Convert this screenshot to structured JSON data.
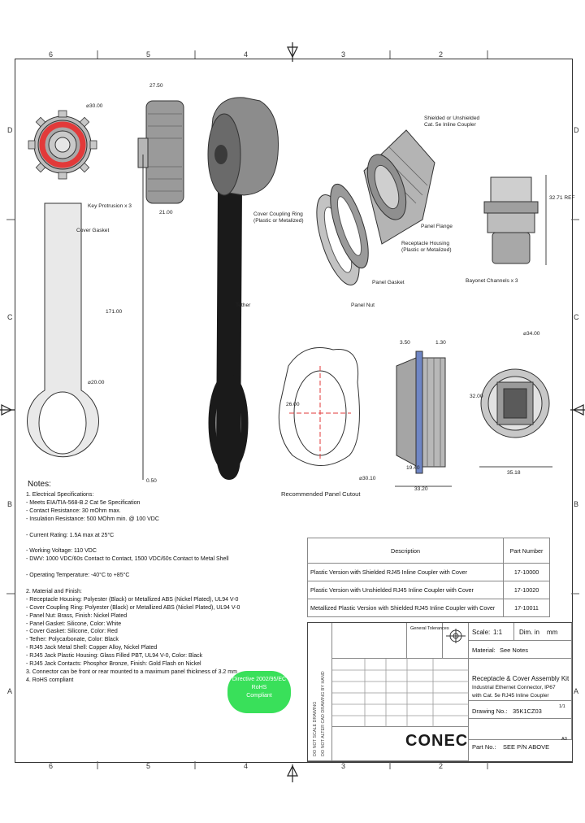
{
  "zones": {
    "top": [
      "6",
      "5",
      "4",
      "3",
      "2"
    ],
    "bottom": [
      "6",
      "5",
      "4",
      "3",
      "2"
    ],
    "left": [
      "D",
      "C",
      "B",
      "A"
    ],
    "right": [
      "D",
      "C",
      "B",
      "A"
    ]
  },
  "dimensions": {
    "d1": "⌀30.00",
    "d2": "27.50",
    "d3": "21.00",
    "d4": "171.00",
    "d5": "⌀20.00",
    "d6": "0.50",
    "d7": "32.71 REF",
    "d8": "3.50",
    "d9": "1.30",
    "d10": "⌀34.00",
    "d11": "32.00",
    "d12": "19.40",
    "d13": "35.18",
    "d14": "33.20",
    "d15": "26.00",
    "d16": "⌀30.10"
  },
  "callouts": {
    "key_protrusion": "Key Protrusion x 3",
    "cover_gasket": "Cover Gasket",
    "cover_coupling_ring": "Cover Coupling Ring\n(Plastic or Metalized)",
    "tether": "Tether",
    "shielded_coupler": "Shielded or Unshielded\nCat. 5e Inline Coupler",
    "panel_flange": "Panel Flange",
    "receptacle_housing": "Receptacle Housing\n(Plastic or Metalized)",
    "panel_gasket": "Panel Gasket",
    "panel_nut": "Panel Nut",
    "bayonet_channels": "Bayonet Channels x 3",
    "panel_cutout": "Recommended Panel Cutout"
  },
  "notes": {
    "title": "Notes:",
    "lines": [
      "1. Electrical Specifications:",
      "   - Meets EIA/TIA-568-B.2 Cat 5e Specification",
      "   - Contact Resistance: 30 mOhm max.",
      "   - Insulation Resistance: 500 MOhm min. @ 100 VDC",
      "",
      "   - Current Rating: 1.5A max at 25°C",
      "",
      "   - Working Voltage: 110 VDC",
      "   - DWV: 1000 VDC/60s Contact to Contact, 1500 VDC/60s Contact to Metal Shell",
      "",
      "   - Operating Temperature: -40°C to +85°C",
      "",
      "2. Material and Finish:",
      "   - Receptacle Housing: Polyester (Black) or Metallized ABS (Nickel Plated), UL94 V-0",
      "   - Cover Coupling Ring: Polyester (Black) or Metallized ABS (Nickel Plated), UL94 V-0",
      "   - Panel Nut: Brass, Finish: Nickel Plated",
      "   - Panel Gasket: Silicone, Color: White",
      "   - Cover Gasket: Silicone, Color: Red",
      "   - Tether: Polycarbonate, Color: Black",
      "   - RJ45 Jack Metal Shell: Copper Alloy, Nickel Plated",
      "   - RJ45 Jack Plastic Housing: Glass Filled PBT, UL94 V-0, Color: Black",
      "   - RJ45 Jack Contacts: Phosphor Bronze, Finish: Gold Flash on Nickel",
      "3. Connector can be front or rear mounted to a maximum panel thickness of 3.2 mm",
      "4. RoHS compliant"
    ]
  },
  "rohs_badge": "Directive 2002/95/EC\nRoHS\nCompliant",
  "parts_table": {
    "header_description": "Description",
    "header_part": "Part Number",
    "rows": [
      {
        "description": "Plastic Version with Shielded RJ45 Inline Coupler with Cover",
        "part": "17-10000"
      },
      {
        "description": "Plastic Version with Unshielded RJ45 Inline Coupler with Cover",
        "part": "17-10020"
      },
      {
        "description": "Metallized Plastic Version with Shielded RJ45 Inline Coupler with Cover",
        "part": "17-10011"
      }
    ]
  },
  "title_block": {
    "scale_label": "Scale:",
    "scale_value": "1:1",
    "dim_label": "Dim. in",
    "dim_value": "mm",
    "material_label": "Material:",
    "material_value": "See Notes",
    "title_line1": "Receptacle & Cover Assembly Kit",
    "title_line2": "Industrial Ethernet Connector, IP67",
    "title_line3": "with Cat. 5e RJ45 Inline Coupler",
    "drawing_no_label": "Drawing No.:",
    "drawing_no_value": "35K1CZ03",
    "part_no_label": "Part No.:",
    "part_no_value": "SEE P/N ABOVE",
    "company": "CONEC",
    "sheet": "1/1",
    "rev_label": "A0",
    "side_text": "DO NOT SCALE DRAWING",
    "side_text2": "DO NOT ALTER CAD DRAWING BY HAND",
    "general_tolerances": "General Tolerances"
  },
  "colors": {
    "gasket_red": "#e23a3a",
    "badge_green": "#39e05a",
    "tether_black": "#1a1a1a",
    "dim_line": "#444444"
  }
}
